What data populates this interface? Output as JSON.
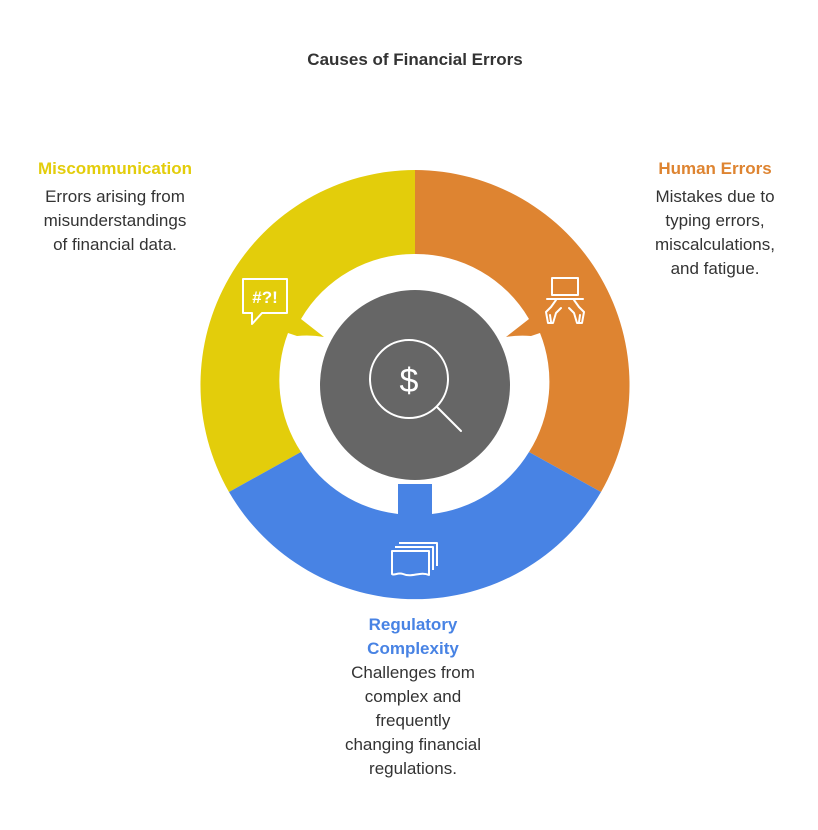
{
  "title": "Causes of Financial Errors",
  "colors": {
    "miscommunication": "#E3CD0B",
    "human_errors": "#DE8431",
    "regulatory": "#4883E4",
    "center": "#666666",
    "text": "#333333"
  },
  "segments": {
    "miscommunication": {
      "heading": "Miscommunication",
      "description_lines": [
        "Errors arising from",
        "misunderstandings",
        "of financial data."
      ],
      "icon": "speech-bubble-symbols-icon",
      "icon_text": "#?!"
    },
    "human_errors": {
      "heading": "Human Errors",
      "description_lines": [
        "Mistakes due to",
        "typing errors,",
        "miscalculations,",
        "and fatigue."
      ],
      "icon": "laptop-typing-hands-icon"
    },
    "regulatory": {
      "heading_lines": [
        "Regulatory",
        "Complexity"
      ],
      "description_lines": [
        "Challenges from",
        "complex and",
        "frequently",
        "changing financial",
        "regulations."
      ],
      "icon": "documents-stack-icon"
    }
  },
  "center": {
    "icon": "dollar-magnifier-icon",
    "symbol": "$"
  }
}
